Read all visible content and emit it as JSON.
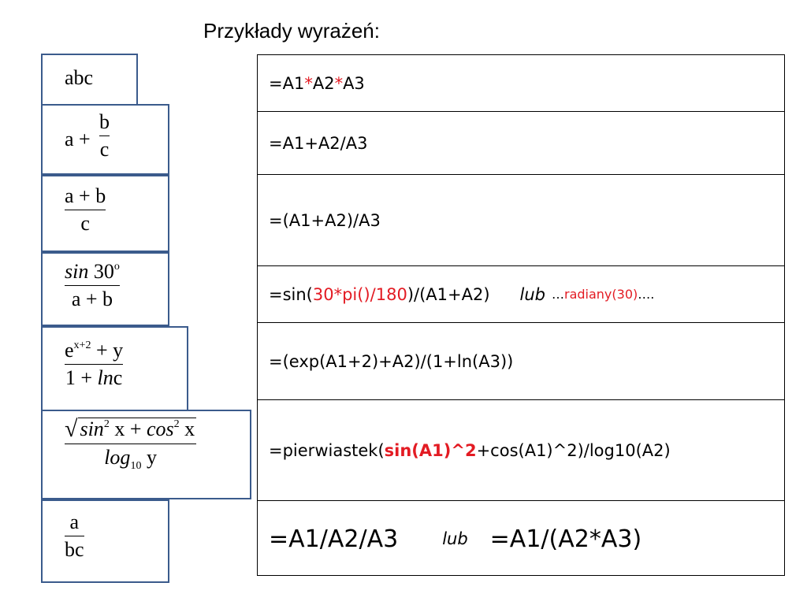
{
  "title": "Przykłady wyrażeń:",
  "formulas": {
    "f1": "abc",
    "f2": {
      "a": "a +",
      "num": "b",
      "den": "c"
    },
    "f3": {
      "num": "a + b",
      "den": "c"
    },
    "f4": {
      "fn": "sin",
      "arg": "30",
      "deg": "o",
      "den": "a + b"
    },
    "f5": {
      "e": "e",
      "exp": "x+2",
      "rest": " + y",
      "den_one": "1 + ",
      "den_ln": "ln",
      "den_c": "c"
    },
    "f6": {
      "sin": "sin",
      "cos": "cos",
      "sq": "2",
      "x": " x + ",
      "x2": " x",
      "log": "log",
      "base": "10",
      "y": " y"
    },
    "f7": {
      "num": "a",
      "den": "bc"
    }
  },
  "expressions": {
    "r1": {
      "p1": "=A1",
      "op1": "*",
      "p2": "A2",
      "op2": "*",
      "p3": "A3"
    },
    "r2": "=A1+A2/A3",
    "r3": "=(A1+A2)/A3",
    "r4": {
      "p1": "=sin(",
      "red": "30*pi()/180",
      "p2": ")/(A1+A2)",
      "lub": "lub",
      "dots1": "…",
      "alt": "radiany(30)",
      "dots2": "…."
    },
    "r5": "=(exp(A1+2)+A2)/(1+ln(A3))",
    "r6": {
      "p1": "=pierwiastek(",
      "red": "sin(A1)^2",
      "p2": "+cos(A1)^2)/log10(A2)"
    },
    "r7": {
      "p1": "=A1/A2/A3",
      "lub": "lub",
      "p2": "=A1/(A2*A3)"
    }
  },
  "colors": {
    "border": "#3b5b8c",
    "accent": "#e31b23"
  }
}
